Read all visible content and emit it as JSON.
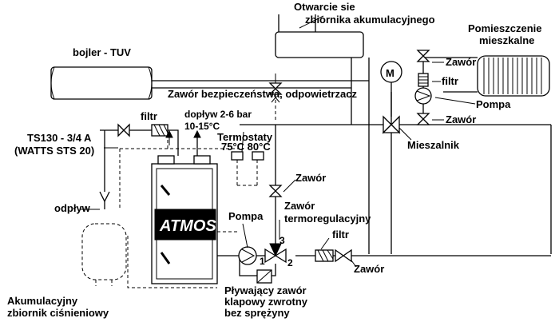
{
  "labels": {
    "open_tank": [
      "Otwarcie sie",
      "zbiornika akumulacyjnego"
    ],
    "room": [
      "Pomieszczenie",
      "mieszkalne"
    ],
    "boiler_tuv": "bojler - TUV",
    "valve_r1": "Zawór",
    "filter_r": "filtr",
    "pump_r": "Pompa",
    "valve_r2": "Zawór",
    "motor": "M",
    "safety_valve": "Zawór bezpieczeństwa, odpowietrzacz",
    "filter_left": "filtr",
    "inflow": [
      "dopływ 2-6 bar",
      "10-15°C"
    ],
    "thermostats": [
      "Termostaty",
      "75°C  80°C"
    ],
    "ts130": [
      "TS130 - 3/4 A",
      "(WATTS STS 20)"
    ],
    "mixer": "Mieszalnik",
    "valve_mid": "Zawór",
    "thermo_valve": [
      "Zawór",
      "termoregulacyjny"
    ],
    "outflow": "odpływ",
    "pump_bottom": "Pompa",
    "brand": "ATMOS",
    "filter_bottom": "filtr",
    "valve_bottom": "Zawór",
    "port_1": "1",
    "port_2": "2",
    "port_3": "3",
    "pressure_tank": [
      "Akumulacyjny",
      "zbiornik ciśnieniowy"
    ],
    "float_valve": [
      "Pływający zawór",
      "klapowy zwrotny",
      "bez sprężyny"
    ]
  }
}
